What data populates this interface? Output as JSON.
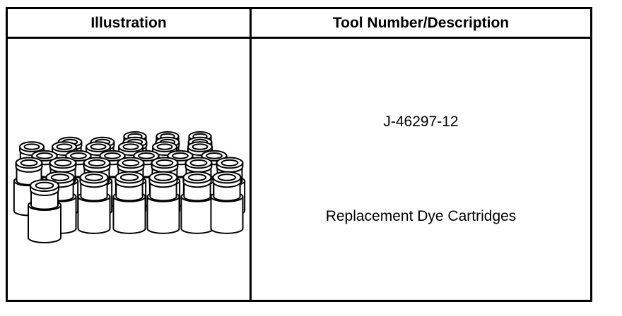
{
  "table": {
    "headers": {
      "illustration": "Illustration",
      "tool_number_description": "Tool Number/Description"
    },
    "rows": [
      {
        "illustration_icon": "dye-cartridges-icon",
        "tool_number": "J-46297-12",
        "description": "Replacement Dye Cartridges"
      }
    ]
  }
}
